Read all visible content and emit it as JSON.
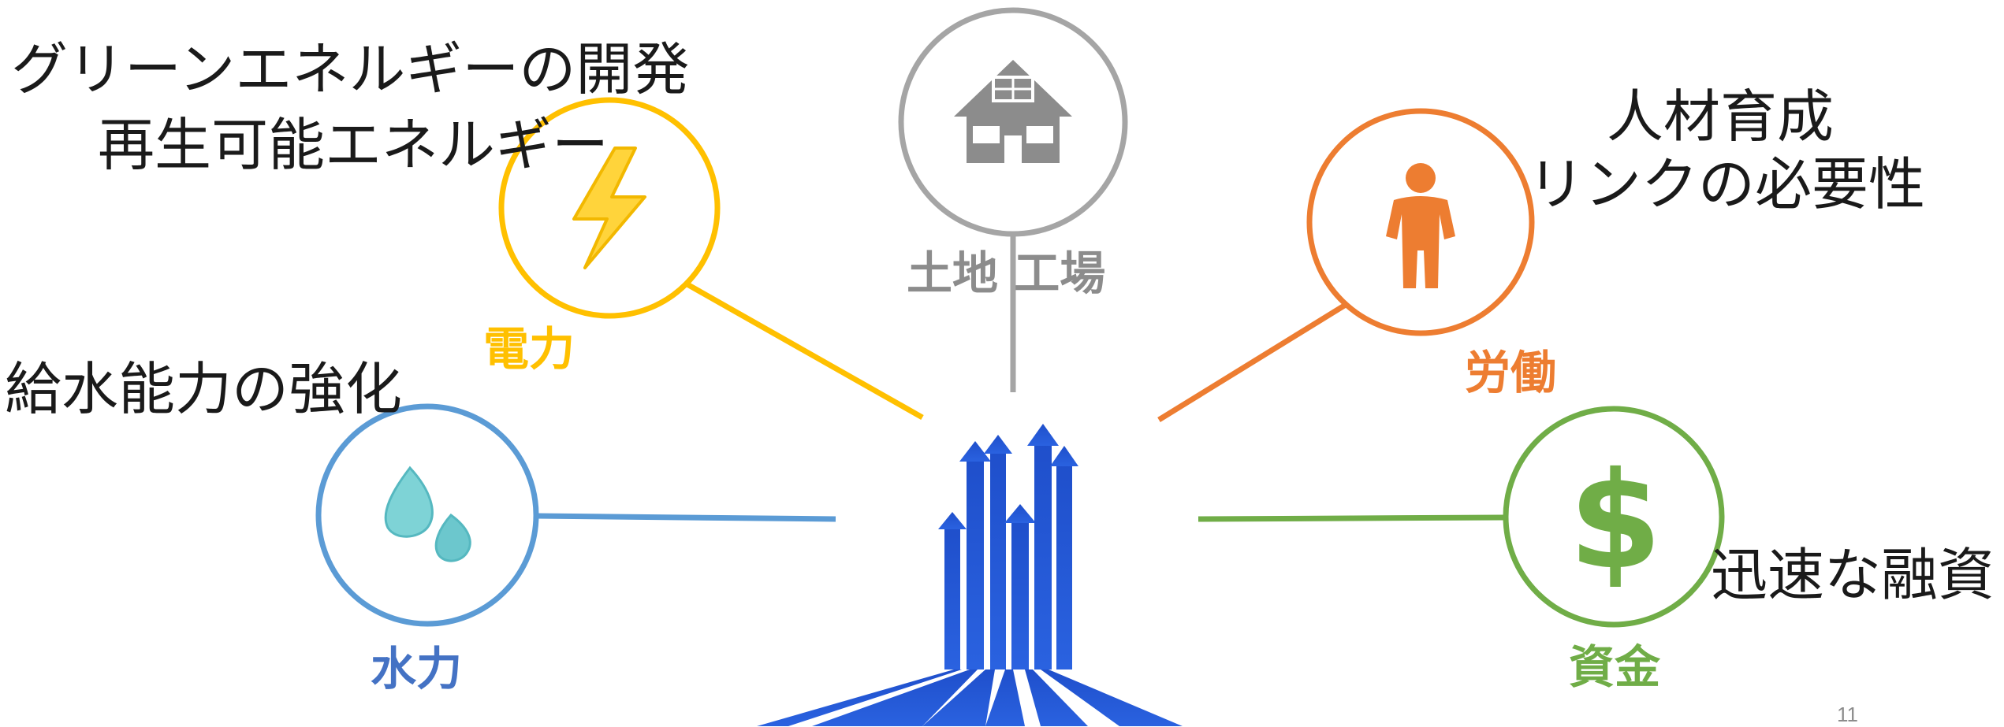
{
  "nodes": {
    "power": {
      "label": "電力",
      "color": "#FFC000",
      "icon": "lightning-bolt-icon"
    },
    "land": {
      "label": "土地 工場",
      "color": "#A5A5A5",
      "icon": "house-icon"
    },
    "labor": {
      "label": "労働",
      "color": "#ED7D31",
      "icon": "person-icon"
    },
    "water": {
      "label": "水力",
      "color": "#4472C4",
      "ring_color": "#5B9BD5",
      "icon": "water-drops-icon"
    },
    "funds": {
      "label": "資金",
      "color": "#70AD47",
      "icon": "dollar-sign-icon"
    }
  },
  "notes": {
    "green_energy": {
      "line1": "グリーンエネルギーの開発",
      "line2": "再生可能エネルギー"
    },
    "talent": {
      "line1": "人材育成",
      "line2": "リンクの必要性"
    },
    "water_supply": "給水能力の強化",
    "financing": "迅速な融資"
  },
  "center_icon": "rising-city-arrows-icon",
  "page_number": "11"
}
